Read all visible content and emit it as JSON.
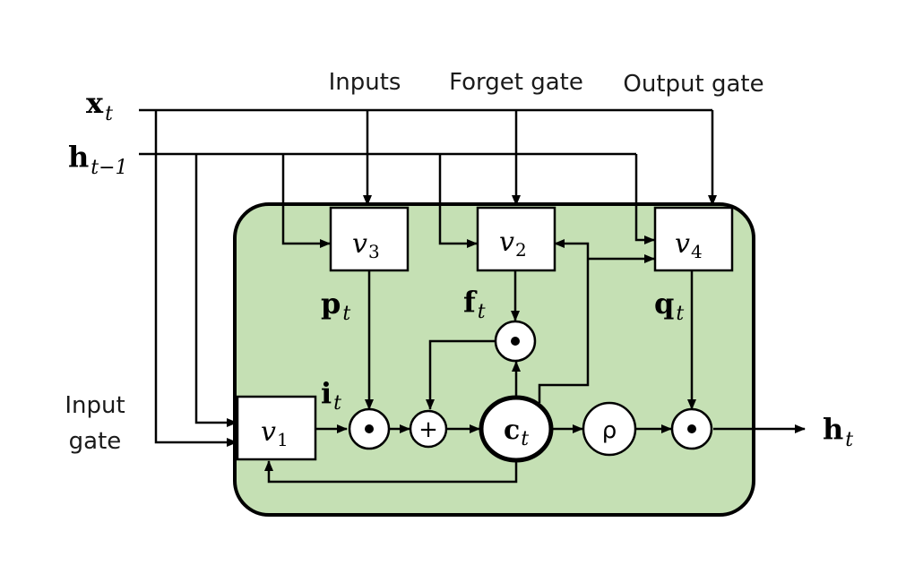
{
  "labels": {
    "inputs": "Inputs",
    "forget_gate": "Forget gate",
    "output_gate": "Output gate",
    "input_gate_line1": "Input",
    "input_gate_line2": "gate"
  },
  "signals": {
    "x": {
      "main": "x",
      "sub": "t"
    },
    "h_prev": {
      "main": "h",
      "sub": "t−1"
    },
    "h_out": {
      "main": "h",
      "sub": "t"
    },
    "p": {
      "main": "p",
      "sub": "t"
    },
    "f": {
      "main": "f",
      "sub": "t"
    },
    "q": {
      "main": "q",
      "sub": "t"
    },
    "i": {
      "main": "i",
      "sub": "t"
    },
    "c": {
      "main": "c",
      "sub": "t"
    }
  },
  "blocks": {
    "v1": {
      "main": "v",
      "sub": "1"
    },
    "v2": {
      "main": "v",
      "sub": "2"
    },
    "v3": {
      "main": "v",
      "sub": "3"
    },
    "v4": {
      "main": "v",
      "sub": "4"
    }
  },
  "operators": {
    "mult": "•",
    "add": "+",
    "rho": "ρ"
  },
  "colors": {
    "cell_fill": "#c5e0b4",
    "stroke": "#000000"
  }
}
